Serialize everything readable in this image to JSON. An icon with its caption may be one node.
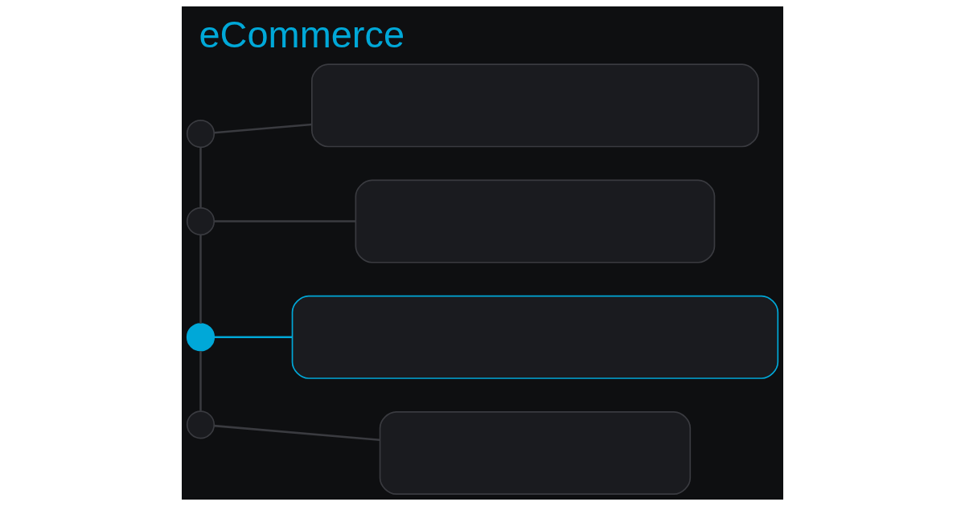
{
  "diagram": {
    "title": "eCommerce",
    "nodes": [
      {
        "text": [],
        "shape": "circle"
      },
      {
        "text": [],
        "shape": "box"
      },
      {
        "text": [],
        "shape": "circle"
      },
      {
        "text": [],
        "shape": "box"
      },
      {
        "text": [],
        "shape": "circle"
      },
      {
        "text": [],
        "shape": "box"
      },
      {
        "text": [],
        "shape": "circle"
      },
      {
        "text": [],
        "shape": "box"
      }
    ],
    "edges": [
      {
        "from": 0,
        "to": 1,
        "arrow": "none"
      },
      {
        "from": 2,
        "to": 3,
        "arrow": "none"
      },
      {
        "from": 4,
        "to": 5,
        "arrow": "none",
        "color": "#00a8d8"
      },
      {
        "from": 6,
        "to": 7,
        "arrow": "none"
      },
      {
        "from": 0,
        "to": 2,
        "arrow": "none"
      },
      {
        "from": 2,
        "to": 4,
        "arrow": "none"
      },
      {
        "from": 4,
        "to": 6,
        "arrow": "none"
      }
    ]
  }
}
